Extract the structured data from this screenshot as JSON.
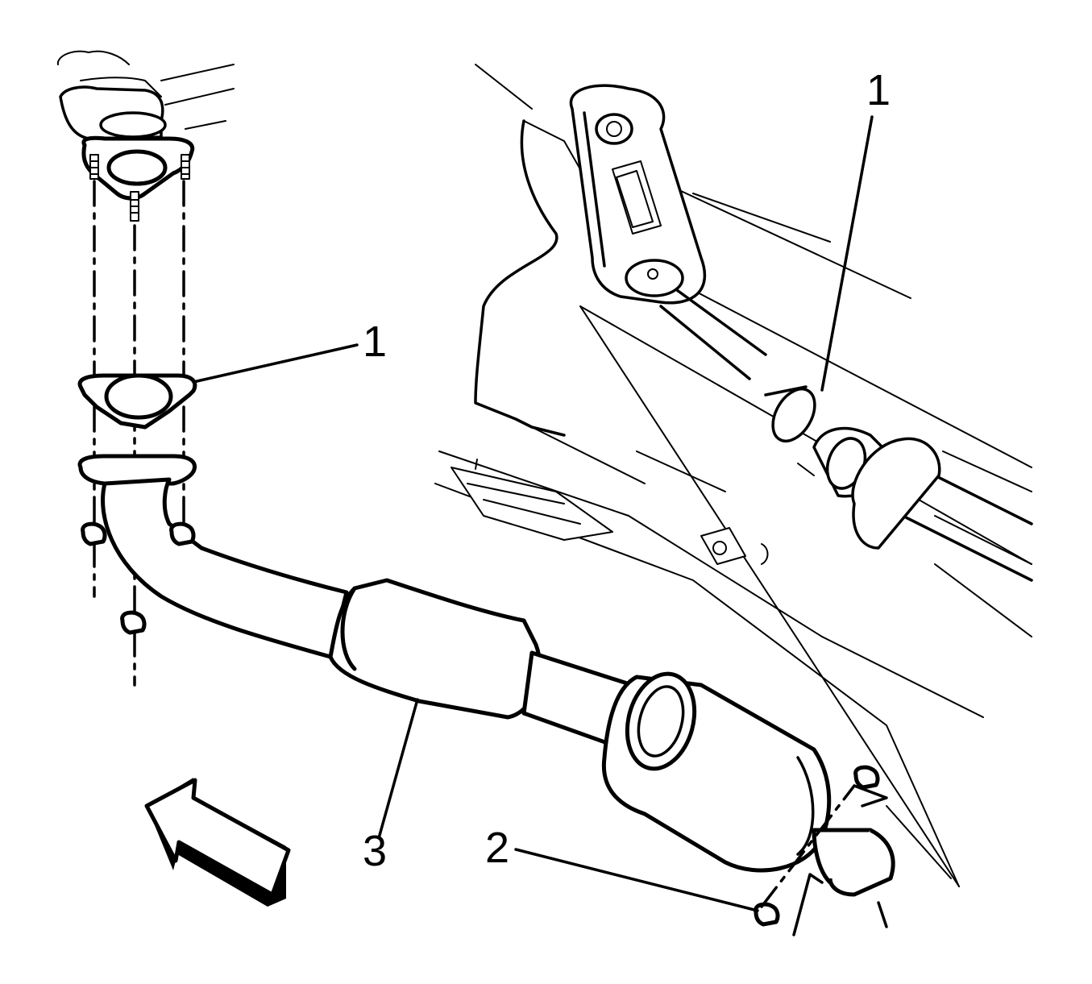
{
  "callouts": {
    "gasket_left": "1",
    "gasket_right": "1",
    "nuts": "2",
    "pipe": "3"
  },
  "colors": {
    "line": "#000000",
    "background": "#ffffff"
  },
  "icons": {
    "direction_arrow": "arrow-up-left-icon"
  }
}
